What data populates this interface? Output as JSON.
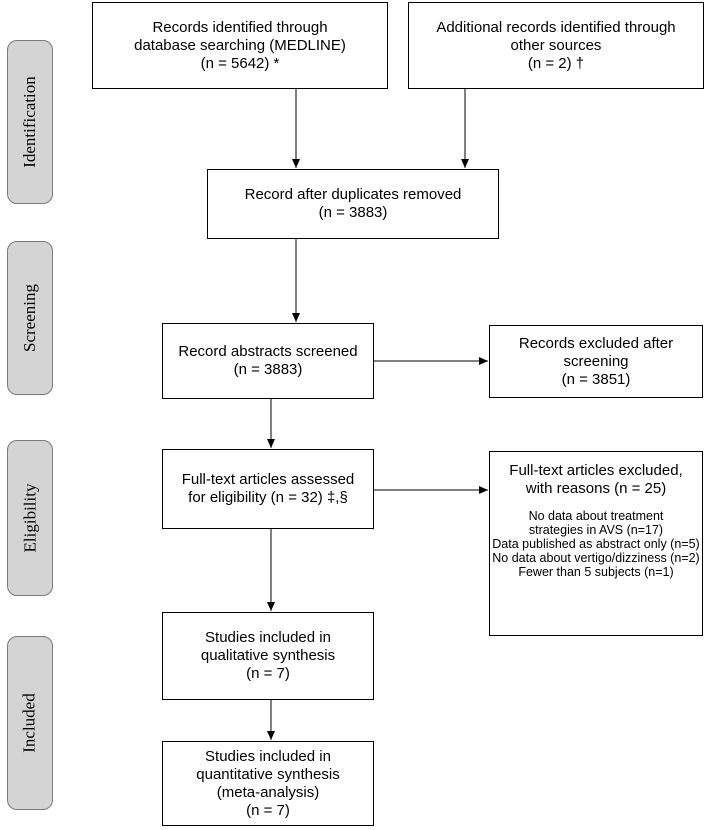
{
  "phases": {
    "identification": "Identification",
    "screening": "Screening",
    "eligibility": "Eligibility",
    "included": "Included"
  },
  "boxes": {
    "db_search": [
      "Records identified through",
      "database searching (MEDLINE)",
      "(n = 5642) *"
    ],
    "other_sources": [
      "Additional records identified through",
      "other sources",
      "(n = 2) †"
    ],
    "after_duplicates": [
      "Record after duplicates removed",
      "(n = 3883)"
    ],
    "abstracts_screened": [
      "Record abstracts screened",
      "(n = 3883)"
    ],
    "excluded_screening": [
      "Records excluded after",
      "screening",
      "(n = 3851)"
    ],
    "fulltext_assessed": [
      "Full-text articles assessed",
      "for eligibility (n = 32) ‡,§"
    ],
    "fulltext_excluded": {
      "title": [
        "Full-text articles excluded,",
        "with reasons (n = 25)"
      ],
      "reasons": [
        "No data about treatment",
        "strategies in AVS (n=17)",
        "Data published as abstract only (n=5)",
        "No data about vertigo/dizziness (n=2)",
        "Fewer than 5 subjects (n=1)"
      ]
    },
    "qualitative": [
      "Studies included in",
      "qualitative synthesis",
      "(n = 7)"
    ],
    "quantitative": [
      "Studies included in",
      "quantitative synthesis",
      "(meta-analysis)",
      "(n = 7)"
    ]
  }
}
